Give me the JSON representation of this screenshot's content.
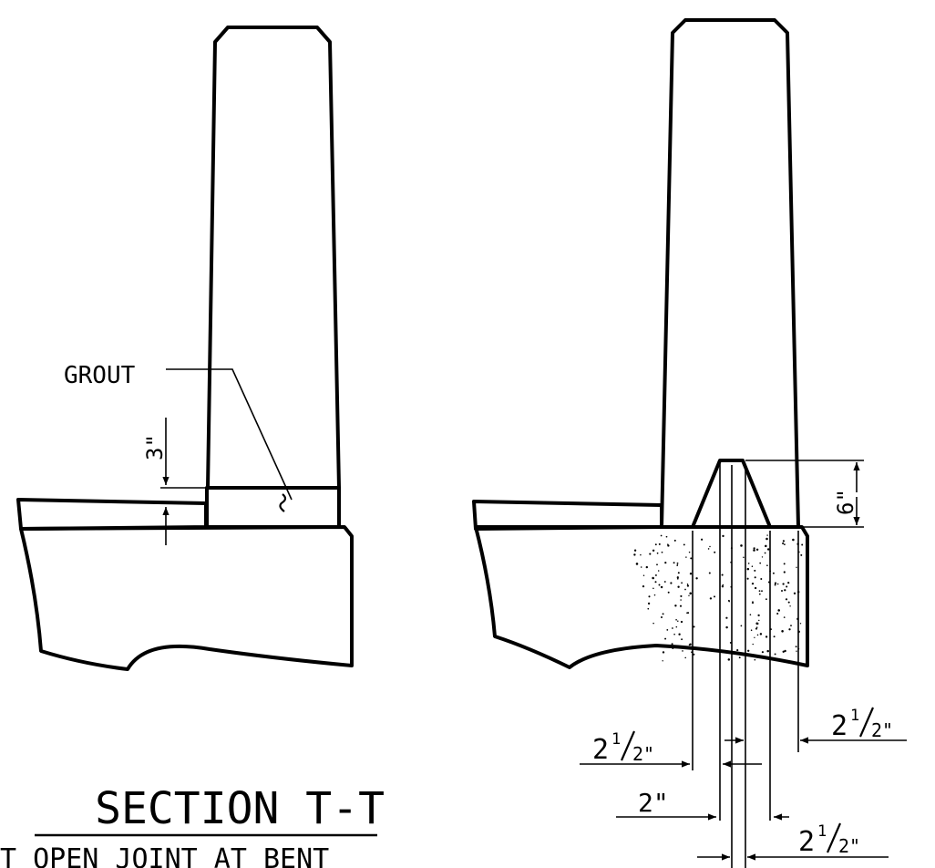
{
  "labels": {
    "grout": "GROUT",
    "dim_3": "3\"",
    "dim_6": "6\"",
    "dim_2": "2\"",
    "dim_2_half_whole": "2",
    "dim_half_num": "1",
    "dim_half_den": "2\"",
    "section_title": "SECTION T-T",
    "section_subtitle": "T OPEN JOINT AT BENT"
  }
}
